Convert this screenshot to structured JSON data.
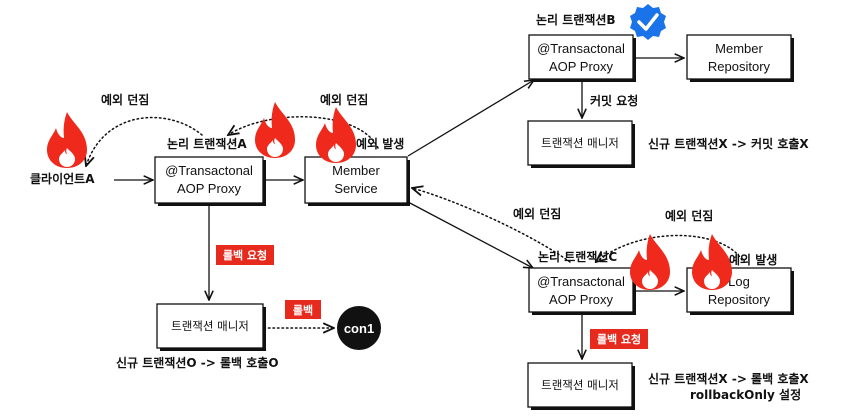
{
  "nodes": {
    "proxy_a": {
      "line1": "@Transactonal",
      "line2": "AOP Proxy"
    },
    "member_service": {
      "line1": "Member",
      "line2": "Service"
    },
    "proxy_b": {
      "line1": "@Transactonal",
      "line2": "AOP Proxy"
    },
    "member_repository": {
      "line1": "Member",
      "line2": "Repository"
    },
    "tx_manager_b": {
      "label": "트랜잭션 매니저"
    },
    "proxy_c": {
      "line1": "@Transactonal",
      "line2": "AOP Proxy"
    },
    "log_repository": {
      "line1": "Log",
      "line2": "Repository"
    },
    "tx_manager_c": {
      "label": "트랜잭션 매니저"
    },
    "tx_manager_a": {
      "label": "트랜잭션 매니저"
    },
    "con1": {
      "label": "con1"
    }
  },
  "labels": {
    "client": "클라이언트A",
    "logical_tx_a": "논리 트랜잭션A",
    "logical_tx_b": "논리 트랜잭션B",
    "logical_tx_c": "논리 트랜잭션C",
    "throw_exception_1": "예외 던짐",
    "throw_exception_2": "예외 던짐",
    "throw_exception_3": "예외 던짐",
    "throw_exception_4": "예외 던짐",
    "exception_occurred_member": "예외 발생",
    "exception_occurred_log": "예외 발생",
    "commit_request": "커밋 요청",
    "new_tx_b": "신규 트랜잭션X -> 커밋 호출X",
    "new_tx_c_line1": "신규 트랜잭션X -> 롤백 호출X",
    "new_tx_c_line2": "rollbackOnly 설정",
    "new_tx_a": "신규 트랜잭션O -> 롤백 호출O"
  },
  "tags": {
    "rollback_request_a": "롤백 요청",
    "rollback_request_c": "롤백 요청",
    "rollback": "롤백"
  },
  "icons": [
    "flame-icon",
    "check-circle-icon"
  ],
  "colors": {
    "accent_red": "#e62b1e",
    "check_blue": "#1a73e8",
    "line": "#111111"
  }
}
